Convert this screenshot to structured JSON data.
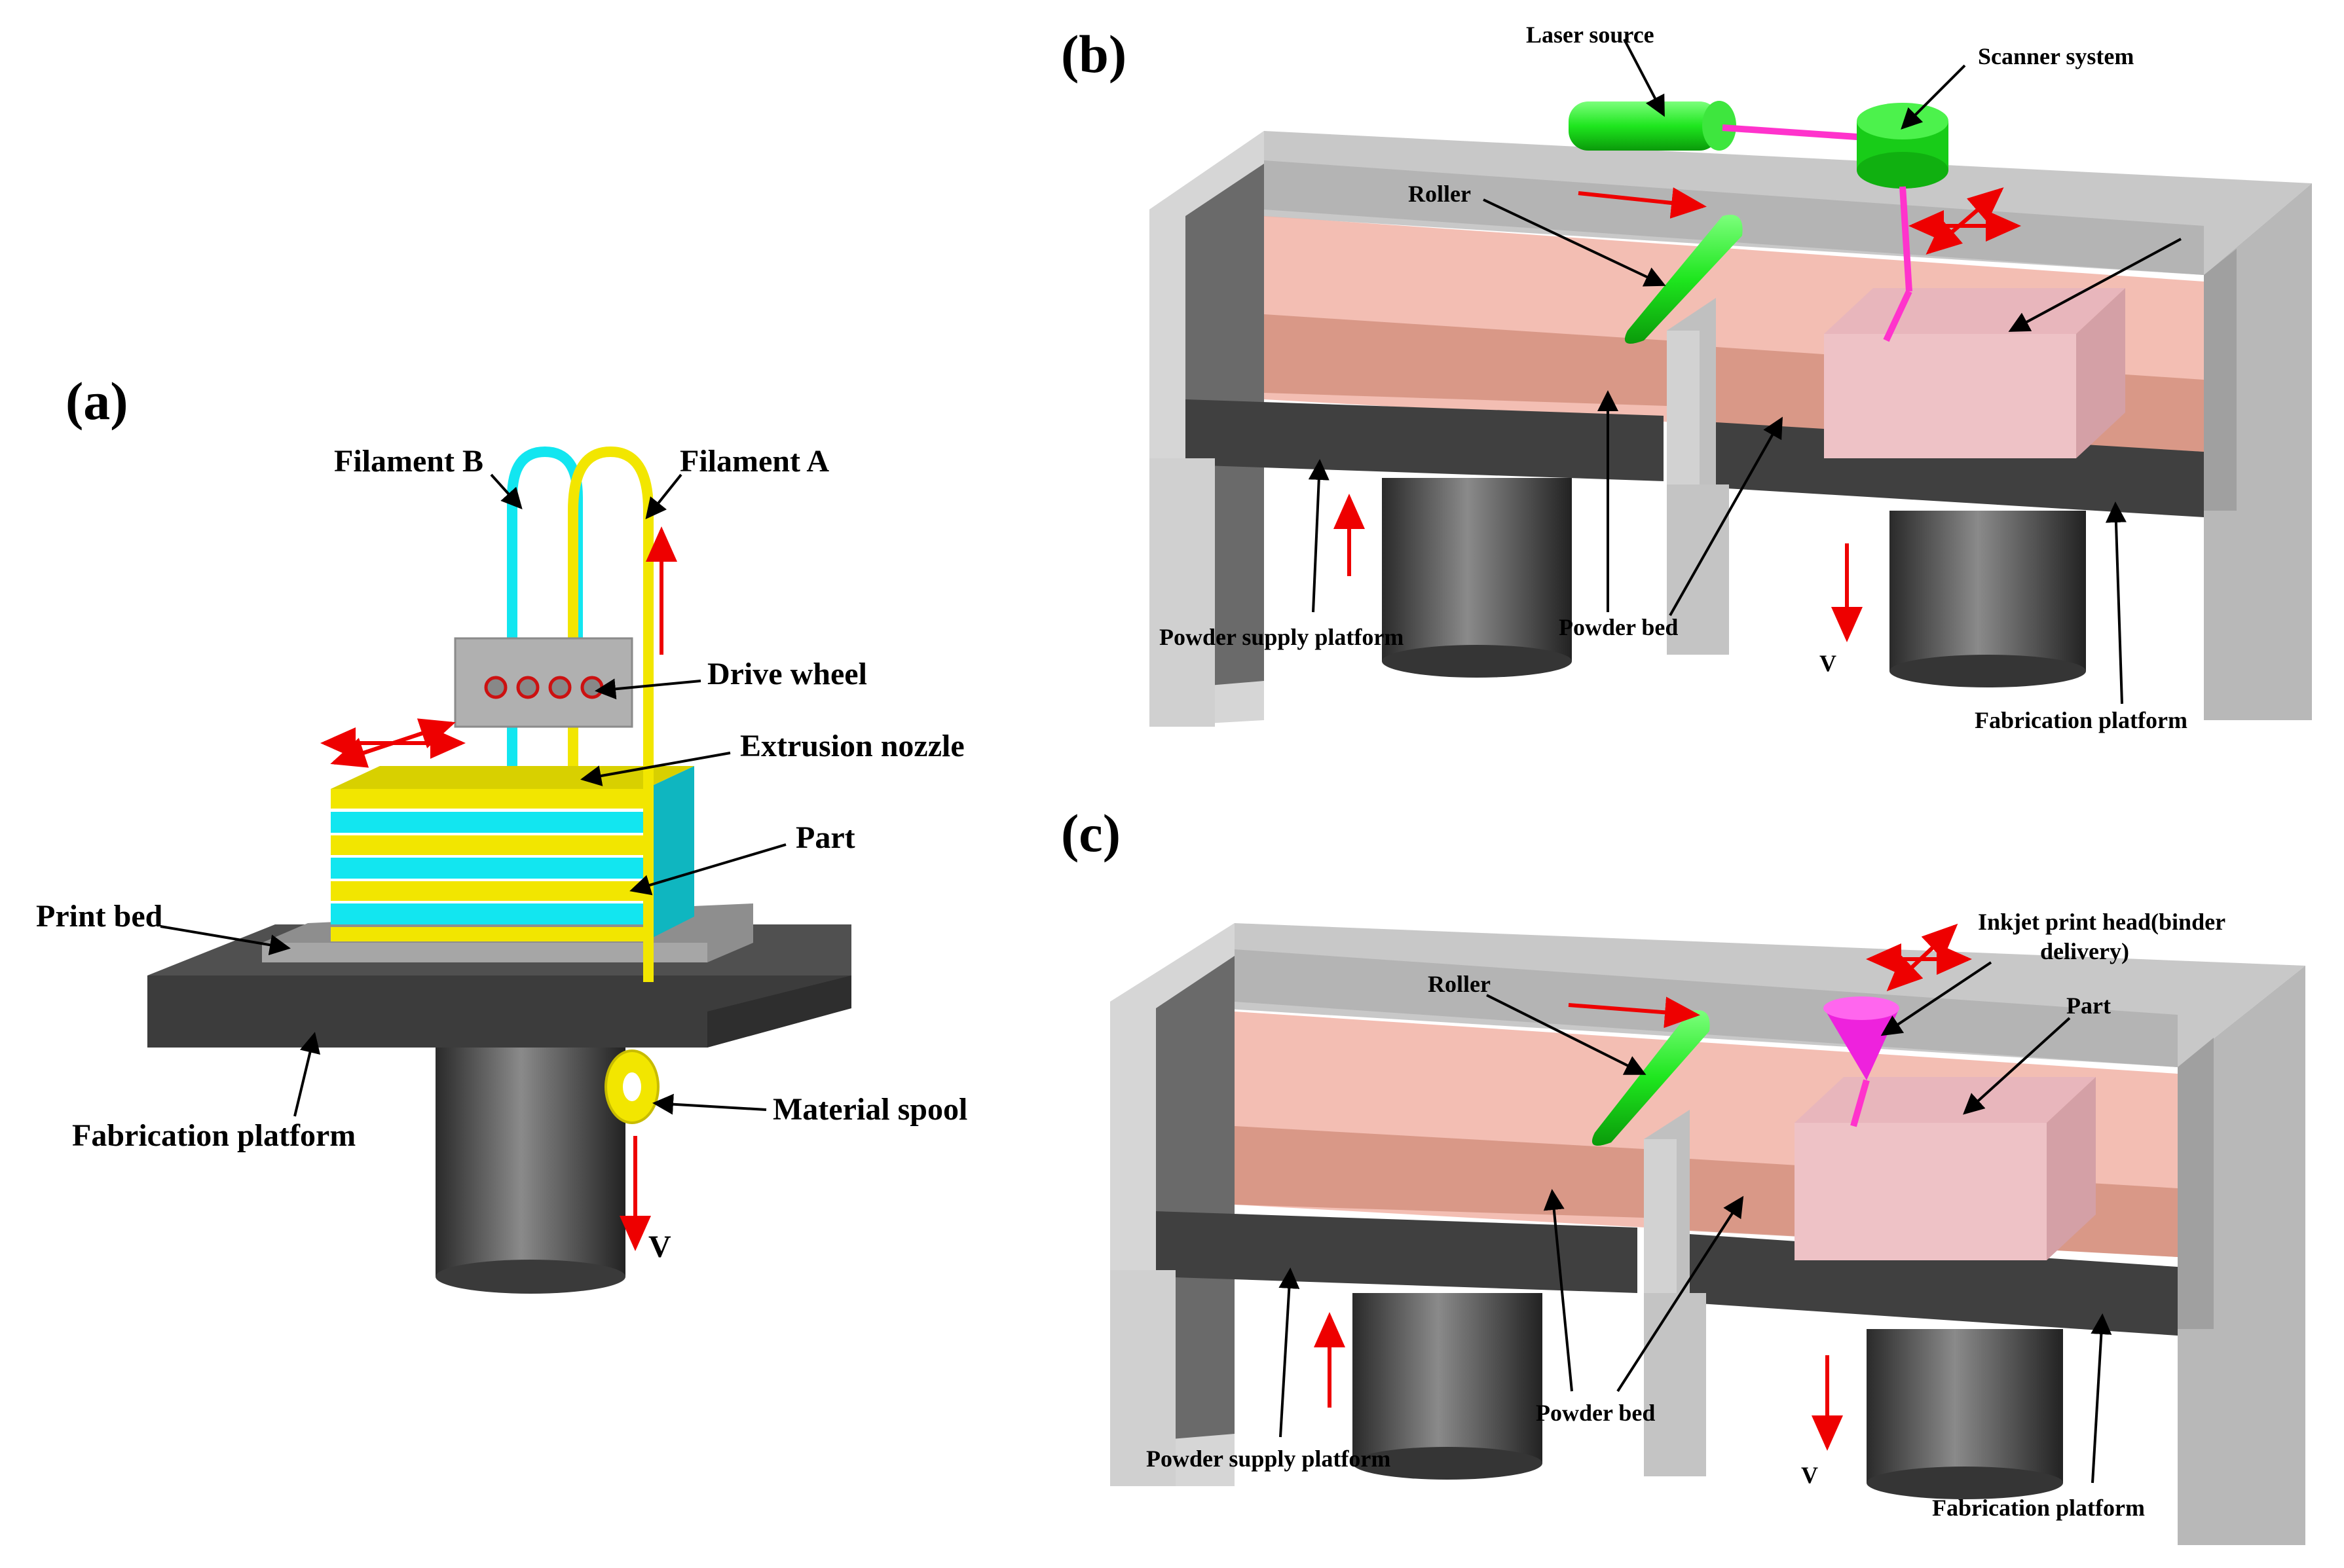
{
  "panels": {
    "a": {
      "panel_label": "(a)",
      "labels": {
        "filament_b": "Filament B",
        "filament_a": "Filament A",
        "drive_wheel": "Drive wheel",
        "extrusion_nozzle": "Extrusion nozzle",
        "part": "Part",
        "print_bed": "Print bed",
        "fabrication_platform": "Fabrication platform",
        "material_spool": "Material spool",
        "velocity": "V"
      }
    },
    "b": {
      "panel_label": "(b)",
      "labels": {
        "laser_source": "Laser source",
        "scanner_system": "Scanner system",
        "roller": "Roller",
        "powder_supply_platform": "Powder supply platform",
        "powder_bed": "Powder bed",
        "velocity": "V",
        "fabrication_platform": "Fabrication platform"
      }
    },
    "c": {
      "panel_label": "(c)",
      "labels": {
        "roller": "Roller",
        "inkjet_print_head_line1": "Inkjet print head(binder",
        "inkjet_print_head_line2": "delivery)",
        "part": "Part",
        "powder_supply_platform": "Powder supply platform",
        "powder_bed": "Powder bed",
        "velocity": "V",
        "fabrication_platform": "Fabrication platform"
      }
    }
  },
  "colors": {
    "filament_a": "#f2e600",
    "filament_b": "#12e6f0",
    "roller": "#1ee61e",
    "laser_beam": "#ff33cc",
    "inkjet_head": "#ee22dd",
    "powder": "#f1b3a6",
    "motion_arrow": "#ee0000",
    "platform": "#4a4a4a",
    "wall": "#c8c8c8"
  }
}
